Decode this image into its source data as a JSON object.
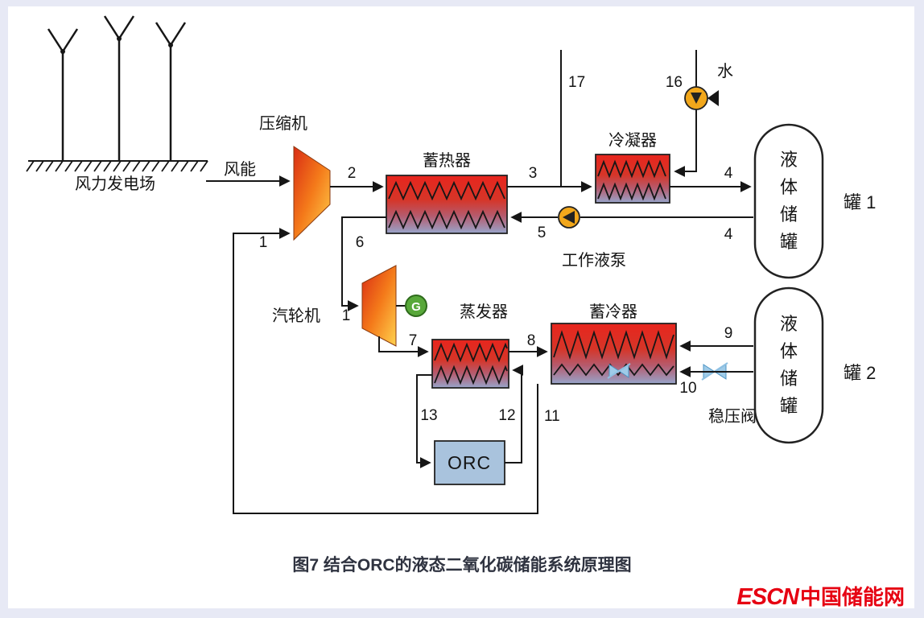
{
  "palette": {
    "page_bg": "#e7e9f5",
    "panel_bg": "#ffffff",
    "exchanger_hot_top": "#e8251d",
    "exchanger_cool_bottom": "#97a5cb",
    "machine_red": "#d92c14",
    "machine_yellow": "#ffd34e",
    "pump_orange": "#f2a71b",
    "generator_green": "#58a83a",
    "orc_fill": "#a9c3dd",
    "valve_blue": "#9fcbe8",
    "line_black": "#161616",
    "logo_red": "#e60012"
  },
  "diagram": {
    "wind_farm_label": "风力发电场",
    "wind_energy_label": "风能",
    "components": {
      "compressor": "压缩机",
      "heat_storage": "蓄热器",
      "condenser": "冷凝器",
      "water": "水",
      "working_pump": "工作液泵",
      "turbine": "汽轮机",
      "generator": "G",
      "evaporator": "蒸发器",
      "cold_storage": "蓄冷器",
      "pressure_valve": "稳压阀",
      "orc": "ORC"
    },
    "tanks": [
      {
        "chars": [
          "液",
          "体",
          "储",
          "罐"
        ],
        "name": "罐 1"
      },
      {
        "chars": [
          "液",
          "体",
          "储",
          "罐"
        ],
        "name": "罐 2"
      }
    ],
    "streams": {
      "n1_compressor_inlet": "1",
      "n1_turbine_inlet": "1",
      "n2": "2",
      "n3": "3",
      "n4_top": "4",
      "n4_bottom": "4",
      "n5": "5",
      "n6": "6",
      "n7": "7",
      "n8": "8",
      "n9": "9",
      "n10": "10",
      "n11": "11",
      "n12": "12",
      "n13": "13",
      "n16": "16",
      "n17": "17"
    }
  },
  "caption": "图7  结合ORC的液态二氧化碳储能系统原理图",
  "logo": {
    "escn": "ESCN",
    "site": "中国储能网"
  }
}
